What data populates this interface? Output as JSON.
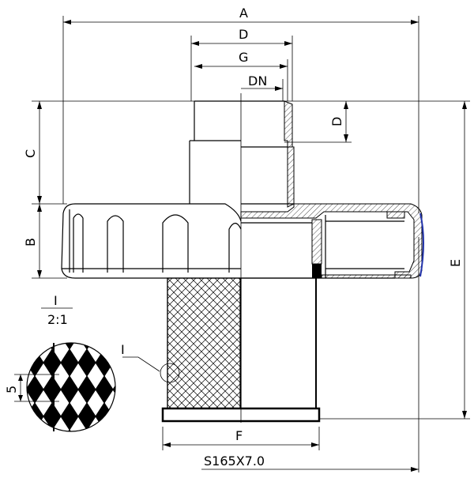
{
  "dimensions": {
    "A": "A",
    "D_top": "D",
    "G": "G",
    "DN": "DN",
    "D_side": "D",
    "C": "C",
    "B": "B",
    "E": "E",
    "F": "F",
    "S": "S165X7.0"
  },
  "detail": {
    "marker": "I",
    "scale_name": "I",
    "scale_ratio": "2:1",
    "mesh_dim": "5"
  }
}
